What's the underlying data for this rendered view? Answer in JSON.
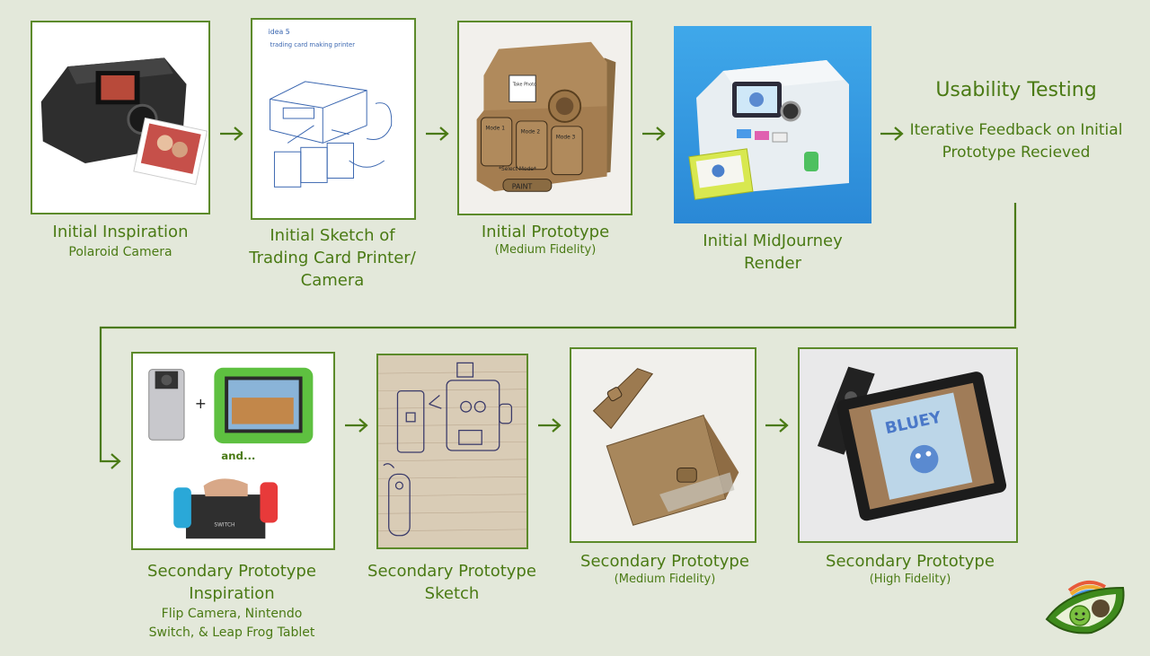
{
  "steps": [
    {
      "title": "Initial Inspiration",
      "subtitle": "Polaroid Camera"
    },
    {
      "title": "Initial Sketch of Trading Card Printer/ Camera"
    },
    {
      "title": "Initial Prototype",
      "subtitle": "(Medium Fidelity)"
    },
    {
      "title": "Initial MidJourney Render"
    },
    {
      "title": "Usability Testing",
      "subtitle": "Iterative Feedback on Initial Prototype Recieved"
    },
    {
      "title": "Secondary Prototype Inspiration",
      "subtitle": "Flip Camera, Nintendo Switch, & Leap Frog Tablet"
    },
    {
      "title": "Secondary Prototype Sketch"
    },
    {
      "title": "Secondary Prototype",
      "subtitle": "(Medium Fidelity)"
    },
    {
      "title": "Secondary Prototype",
      "subtitle": "(High Fidelity)"
    }
  ],
  "image_text": {
    "sketch_idea": "idea 5",
    "sketch_heading": "trading card making printer",
    "proto_take": "Take Photo",
    "proto_mode1": "Mode 1",
    "proto_mode2": "Mode 2",
    "proto_mode3": "Mode 3",
    "proto_select": "*Select Mode*",
    "proto_paint": "PAINT",
    "inspo_plus": "+",
    "inspo_and": "and...",
    "inspo_switch": "SWITCH",
    "bluey_text": "BLUEY"
  },
  "colors": {
    "background": "#e3e8da",
    "accent": "#4a7a14",
    "border": "#5c8a2a"
  }
}
